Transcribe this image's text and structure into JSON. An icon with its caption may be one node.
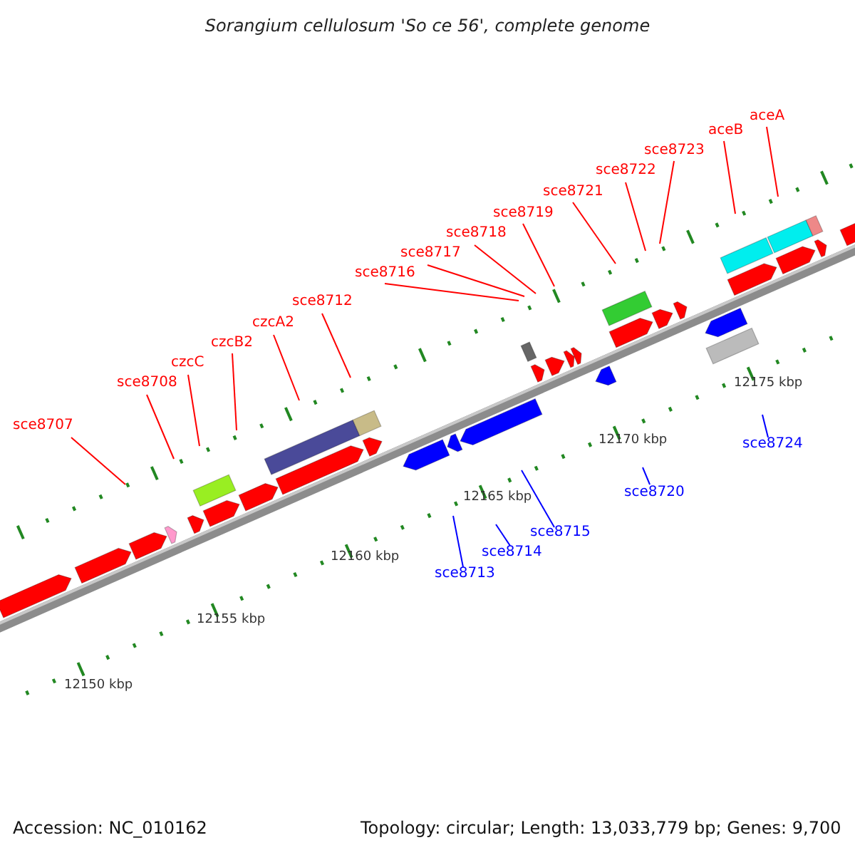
{
  "diagram": {
    "title": "Sorangium cellulosum 'So ce 56', complete genome",
    "nodes": [
      {
        "text": [
          "sce8707"
        ]
      },
      {
        "text": [
          "sce8708"
        ]
      },
      {
        "text": [
          "czcC"
        ]
      },
      {
        "text": [
          "czcB2"
        ]
      },
      {
        "text": [
          "czcA2"
        ]
      },
      {
        "text": [
          "sce8712"
        ]
      },
      {
        "text": [
          "sce8716"
        ]
      },
      {
        "text": [
          "sce8717"
        ]
      },
      {
        "text": [
          "sce8718"
        ]
      },
      {
        "text": [
          "sce8719"
        ]
      },
      {
        "text": [
          "sce8721"
        ]
      },
      {
        "text": [
          "sce8722"
        ]
      },
      {
        "text": [
          "sce8723"
        ]
      },
      {
        "text": [
          "aceB"
        ]
      },
      {
        "text": [
          "aceA"
        ]
      },
      {
        "text": [
          "sce8713"
        ]
      },
      {
        "text": [
          "sce8714"
        ]
      },
      {
        "text": [
          "sce8715"
        ]
      },
      {
        "text": [
          "sce8720"
        ]
      },
      {
        "text": [
          "sce8724"
        ]
      }
    ],
    "edges": [
      {
        "from": 0,
        "to": null,
        "arrow": "none"
      },
      {
        "from": 1,
        "to": null,
        "arrow": "none"
      },
      {
        "from": 2,
        "to": null,
        "arrow": "none"
      },
      {
        "from": 3,
        "to": null,
        "arrow": "none"
      },
      {
        "from": 4,
        "to": null,
        "arrow": "none"
      },
      {
        "from": 5,
        "to": null,
        "arrow": "none"
      },
      {
        "from": 6,
        "to": null,
        "arrow": "none"
      },
      {
        "from": 7,
        "to": null,
        "arrow": "none"
      },
      {
        "from": 8,
        "to": null,
        "arrow": "none"
      },
      {
        "from": 9,
        "to": null,
        "arrow": "none"
      },
      {
        "from": 10,
        "to": null,
        "arrow": "none"
      },
      {
        "from": 11,
        "to": null,
        "arrow": "none"
      },
      {
        "from": 12,
        "to": null,
        "arrow": "none"
      },
      {
        "from": 13,
        "to": null,
        "arrow": "none"
      },
      {
        "from": 14,
        "to": null,
        "arrow": "none"
      },
      {
        "from": 15,
        "to": null,
        "arrow": "none",
        "color": "#0000ff"
      },
      {
        "from": 16,
        "to": null,
        "arrow": "none",
        "color": "#0000ff"
      },
      {
        "from": 17,
        "to": null,
        "arrow": "none",
        "color": "#0000ff"
      },
      {
        "from": 18,
        "to": null,
        "arrow": "none",
        "color": "#0000ff"
      },
      {
        "from": 19,
        "to": null,
        "arrow": "none",
        "color": "#0000ff"
      }
    ],
    "labels": [
      "12150 kbp",
      "12155 kbp",
      "12160 kbp",
      "12165 kbp",
      "12170 kbp",
      "12175 kbp",
      "Accession: NC_010162",
      "Topology: circular; Length: 13,033,779 bp; Genes: 9,700"
    ]
  }
}
